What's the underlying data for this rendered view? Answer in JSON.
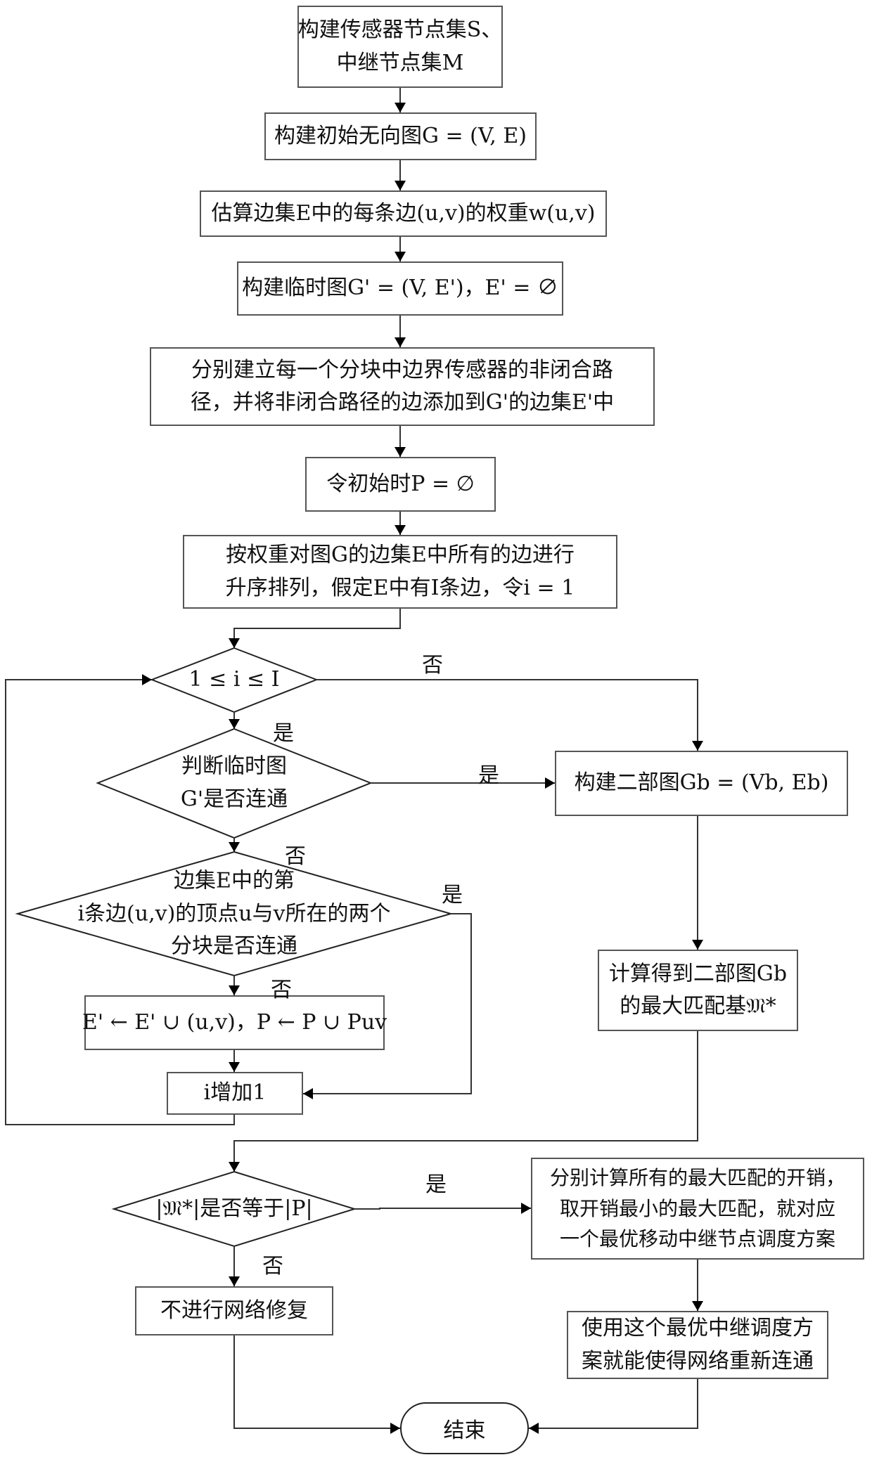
{
  "title": "移动中继节点调度修复网络连通性流程图",
  "steps": {
    "build_sets": [
      "构建传感器节点集S、",
      "中继节点集M"
    ],
    "build_graph": [
      "构建初始无向图G = (V, E)"
    ],
    "estimate_weights": [
      "估算边集E中的每条边(u,v)的权重w(u,v)"
    ],
    "build_temp_graph": [
      "构建临时图G' = (V, E')，E' = ∅"
    ],
    "build_paths": [
      "分别建立每一个分块中边界传感器的非闭合路",
      "径，并将非闭合路径的边添加到G'的边集E'中"
    ],
    "init_p": [
      "令初始时P = ∅"
    ],
    "sort_edges": [
      "按权重对图G的边集E中所有的边进行",
      "升序排列，假定E中有I条边，令i = 1"
    ],
    "update_sets": [
      "E' ← E' ∪ (u,v)，P ← P ∪ Puv"
    ],
    "increment_i": [
      "i增加1"
    ],
    "build_bipartite": [
      "构建二部图Gb = (Vb, Eb)"
    ],
    "compute_matching": [
      "计算得到二部图Gb",
      "的最大匹配基𝔐*"
    ],
    "no_repair": [
      "不进行网络修复"
    ],
    "compute_cost": [
      "分别计算所有的最大匹配的开销，",
      "取开销最小的最大匹配，就对应",
      "一个最优移动中继节点调度方案"
    ],
    "apply_plan": [
      "使用这个最优中继调度方",
      "案就能使得网络重新连通"
    ],
    "end": "结束"
  },
  "decisions": {
    "loop_condition": [
      "1 ≤ i ≤ I"
    ],
    "temp_connected": [
      "判断临时图",
      "G'是否连通"
    ],
    "blocks_connected": [
      "边集E中的第",
      "i条边(u,v)的顶点u与v所在的两个",
      "分块是否连通"
    ],
    "matching_equal": [
      "|𝔐*|是否等于|P|"
    ]
  },
  "branch_labels": {
    "yes": "是",
    "no": "否"
  }
}
